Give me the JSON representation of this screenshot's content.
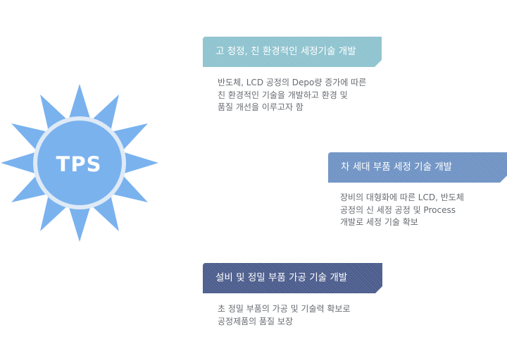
{
  "sun": {
    "label": "TPS",
    "colors": {
      "rays": "#7ab2ee",
      "ring": "#dfeaf7",
      "core": "#7ab2ee"
    }
  },
  "items": [
    {
      "title": "고 청정, 친 환경적인 세정기술 개발",
      "color": "#8ec3cf",
      "lines": [
        "반도체, LCD 공정의 Depo량 증가에 따른",
        "친 환경적인 기술을 개발하고 환경 및",
        "품질 개선을 이루고자 함"
      ]
    },
    {
      "title": "차 세대 부품 세정 기술 개발",
      "color": "#6f93c4",
      "lines": [
        "장비의 대형화에 따른 LCD, 반도체",
        "공정의 신 세정 공정 및 Process",
        "개발로 세정 기술 확보"
      ]
    },
    {
      "title": "설비 및 정밀 부품  가공 기술 개발",
      "color": "#4c5d8d",
      "lines": [
        "초 정밀 부품의 가공 및 기술력 확보로",
        "공정제품의  품질 보장"
      ]
    }
  ]
}
